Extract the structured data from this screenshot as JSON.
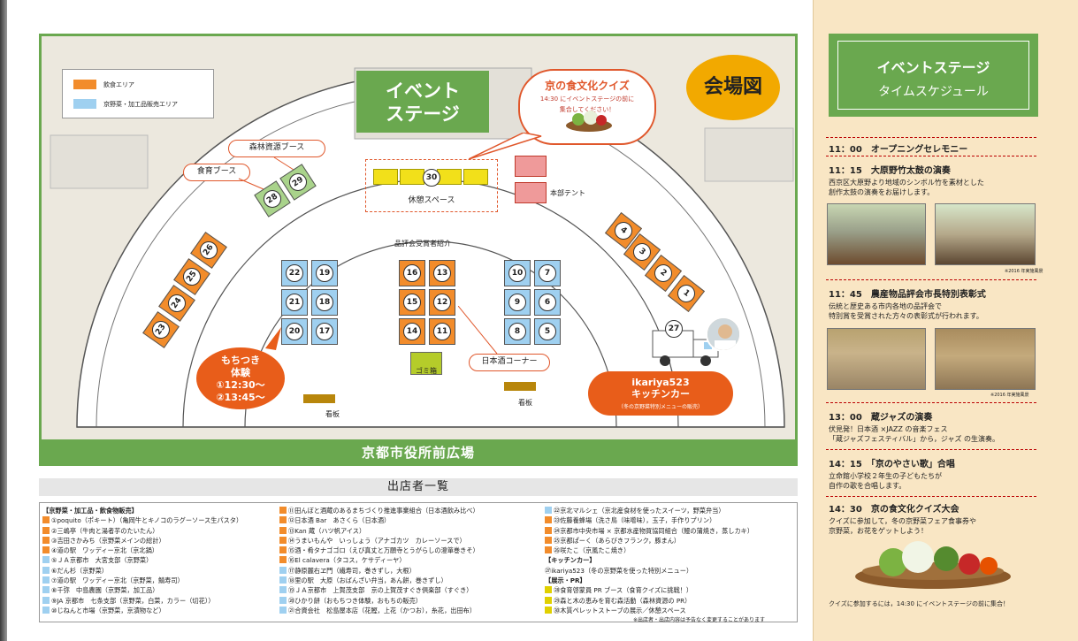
{
  "map": {
    "legend": {
      "food": "飲食エリア",
      "vegetable": "京野菜・加工品販売エリア",
      "food_color": "#f28c2b",
      "vegetable_color": "#9fd0f0"
    },
    "stage": {
      "line1": "イベント",
      "line2": "ステージ"
    },
    "kaijo": "会場図",
    "quiz": {
      "title": "京の食文化クイズ",
      "line1": "14:30 にイベントステージの前に",
      "line2": "集合してください！"
    },
    "shinrin": "森林資源ブース",
    "shokuiku": "食育ブース",
    "rest": "休憩スペース",
    "rest_num": "30",
    "honbu": "本部テント",
    "hyoka": "品評会受賞者紹介",
    "gomi": "ゴミ箱",
    "sake": "日本酒コーナー",
    "kanban": "看板",
    "mochi": {
      "line1": "もちつき",
      "line2": "体験",
      "line3": "①12:30～",
      "line4": "②13:45～"
    },
    "kitchen": {
      "line1": "ikariya523",
      "line2": "キッチンカー",
      "line3": "（冬の京野菜特別メニューの販売）"
    },
    "truck_num": "27",
    "plaza": "京都市役所前広場",
    "booths": {
      "b1": "1",
      "b2": "2",
      "b3": "3",
      "b4": "4",
      "b5": "5",
      "b6": "6",
      "b7": "7",
      "b8": "8",
      "b9": "9",
      "b10": "10",
      "b11": "11",
      "b12": "12",
      "b13": "13",
      "b14": "14",
      "b15": "15",
      "b16": "16",
      "b17": "17",
      "b18": "18",
      "b19": "19",
      "b20": "20",
      "b21": "21",
      "b22": "22",
      "b23": "23",
      "b24": "24",
      "b25": "25",
      "b26": "26",
      "b28": "28",
      "b29": "29"
    }
  },
  "list": {
    "title": "出店者一覧",
    "col1_header": "【京野菜・加工品・飲食物販売】",
    "col1": [
      "①poquito（ポキート）（亀岡牛とキノコのラグーソース生パスタ）",
      "②三嶋亭（牛肉と湯者芋のたいたん）",
      "③吉田さかみち（京野菜メインの総計）",
      "④道の駅　ワッディー京北（京北鍋）",
      "⑤ＪＡ京都市　大宮支部（京野菜）",
      "⑥だん杉（京野菜）",
      "⑦道の駅　ワッディー京北（京野菜，鯖寿司）",
      "⑧千弥　中島農園（京野菜，加工品）",
      "⑨JA 京都市　七条支部（京野菜，白菜，カラー（切花））",
      "⑩じねんと市場（京野菜，京漬物など）"
    ],
    "col2": [
      "⑪田んぼと酒蔵のあるまちづくり推進事業組合（日本酒飲み比べ）",
      "⑫日本酒 Bar　あさくら（日本酒）",
      "⑬Kan 蔵（ハツ帆アイス）",
      "⑭うまいもんや　いっしょう（アナゴカツ　カレーソースで）",
      "⑮酒・肴タナゴゴロ（えび真丈と万願寺とうがらしの澄箪巻きそ）",
      "⑯El calavera（タコス，ケサディーヤ）",
      "⑰静原麗右ヱ門（繊寿司，巻きずし，大根）",
      "⑱里の駅　大原（おばんざい弁当，あん餅，巻きずし）",
      "⑲ＪＡ京都市　上賀茂支部　京の上賀茂すぐき倶楽部（すぐき）",
      "⑳ひかり餅（おもちつき体験，おもちの販売）",
      "㉑合資会社　松島屋本店（花鰹，上花（かつお），糸花，出田布）"
    ],
    "col3": [
      "㉒京北マルシェ（京北産食材を使ったスイーツ，野菜弁当）",
      "㉓佐藤養蜂場（洗さ鳥（味噌味），玉子，手作りプリン）",
      "㉔京都市中央市場 × 京都水産物買協同組合（鰻の蒲焼き，蒸しカキ）",
      "㉕京都ぱーく（あらびきフランク，豚まん）",
      "㉖咲たこ（京風たこ焼き）"
    ],
    "col3_header2": "【キッチンカー】",
    "col3_kitchen": "㉗ikariya523（冬の京野菜を使った特別メニュー）",
    "col3_header3": "【展示・PR】",
    "col3_pr": [
      "㉘食育啓蒙員 PR ブース（食育クイズに挑戦！）",
      "㉙森と木の恵みを育む森活動（森林資源の PR）",
      "㉚木質ペレットストーブの展示／休憩スペース"
    ],
    "footnote": "※出店者・出店内容は予告なく変更することがあります"
  },
  "panel": {
    "head1": "イベントステージ",
    "head2": "タイムスケジュール",
    "e1_title": "11：00　オープニングセレモニー",
    "e2_title": "11：15　大原野竹太鼓の演奏",
    "e2_desc1": "西京区大原野より地域のシンボル竹を素材とした",
    "e2_desc2": "創作太鼓の演奏をお届けします。",
    "e3_title": "11：45　農産物品評会市長特別表彰式",
    "e3_desc1": "伝統と歴史ある市内各地の品評会で",
    "e3_desc2": "特別賞を受賞された方々の表彰式が行われます。",
    "photo_credit1": "※2016 年実施風景",
    "photo_credit2": "※2016 年実施風景",
    "e4_title": "13：00　蔵ジャズの演奏",
    "e4_desc1": "伏見発！日本酒 ×JAZZ の音楽フェス",
    "e4_desc2": "「蔵ジャズフェスティバル」から，ジャズ の生演奏。",
    "e5_title": "14：15　「京のやさい歌」合唱",
    "e5_desc1": "立命館小学校２年生の子どもたちが",
    "e5_desc2": "自作の歌を合唱します。",
    "e6_title": "14：30　京の食文化クイズ大会",
    "e6_desc1": "クイズに参加して，冬の京野菜フェア食事券や",
    "e6_desc2": "京野菜，お花をゲットしよう！",
    "bottom_note": "クイズに参加するには，14:30 にイベントステージの前に集合！"
  }
}
